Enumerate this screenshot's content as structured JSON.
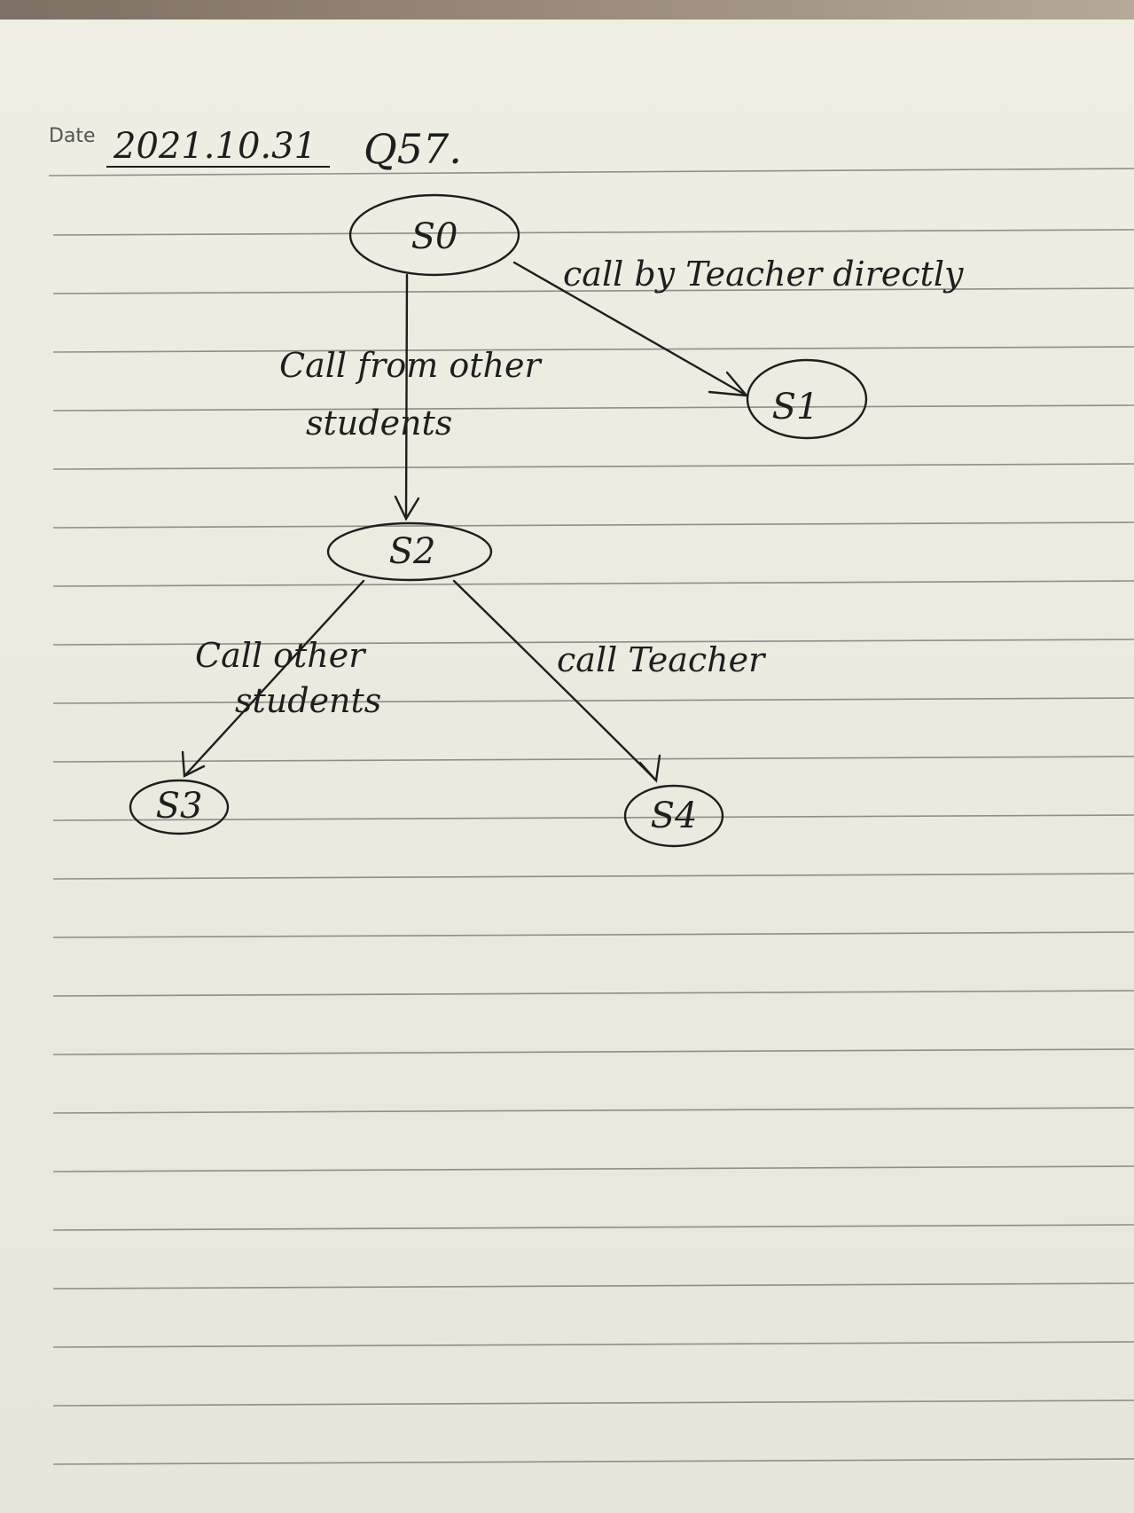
{
  "header": {
    "date_label": "Date",
    "date_value": "2021.10.31",
    "question": "Q57."
  },
  "diagram": {
    "nodes": [
      {
        "id": "S0",
        "label": "S0"
      },
      {
        "id": "S1",
        "label": "S1"
      },
      {
        "id": "S2",
        "label": "S2"
      },
      {
        "id": "S3",
        "label": "S3"
      },
      {
        "id": "S4",
        "label": "S4"
      }
    ],
    "edges": [
      {
        "from": "S0",
        "to": "S1",
        "label": "call by Teacher directly"
      },
      {
        "from": "S0",
        "to": "S2",
        "label_line1": "Call from other",
        "label_line2": "students"
      },
      {
        "from": "S2",
        "to": "S3",
        "label_line1": "Call other",
        "label_line2": "students"
      },
      {
        "from": "S2",
        "to": "S4",
        "label": "call Teacher"
      }
    ]
  },
  "colors": {
    "paper": "#eceadf",
    "rule_line": "#8f8f8a",
    "ink": "#1e1e1e"
  }
}
